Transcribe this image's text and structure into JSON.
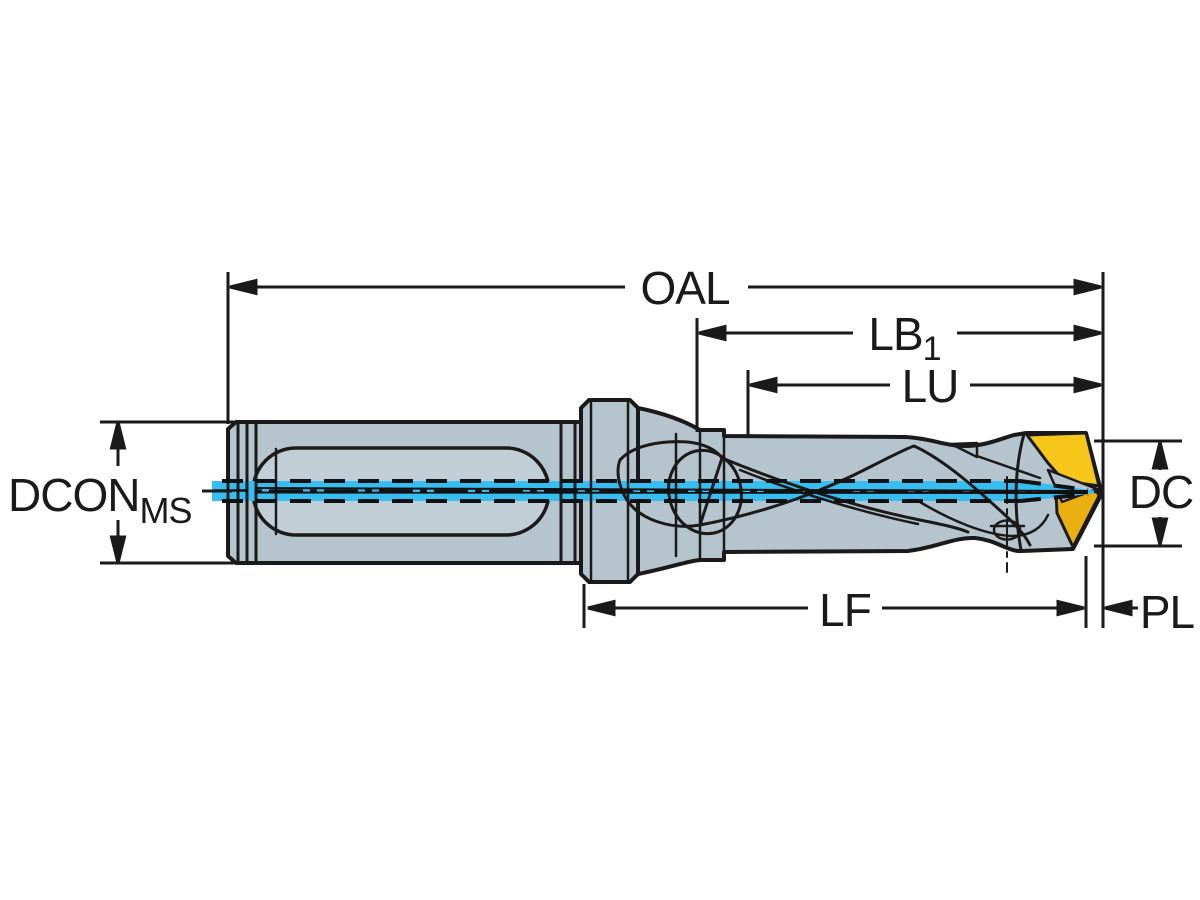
{
  "figure": {
    "kind": "technical dimension drawing",
    "subject": "indexable-insert drill, side view"
  },
  "labels": {
    "oal": "OAL",
    "lb1_base": "LB",
    "lb1_sub": "1",
    "lu": "LU",
    "dcon_base": "DCON",
    "dcon_sub": "MS",
    "dc": "DC",
    "lf": "LF",
    "pl": "PL"
  },
  "colors": {
    "background": "#ffffff",
    "outline": "#1a1a1a",
    "body_fill": "#b6c4cd",
    "panel_fill": "#c2ced6",
    "insert_yellow": "#f6c71a",
    "insert_yellow_dark": "#eaaf10",
    "coolant_cyan": "#38bdf0"
  }
}
